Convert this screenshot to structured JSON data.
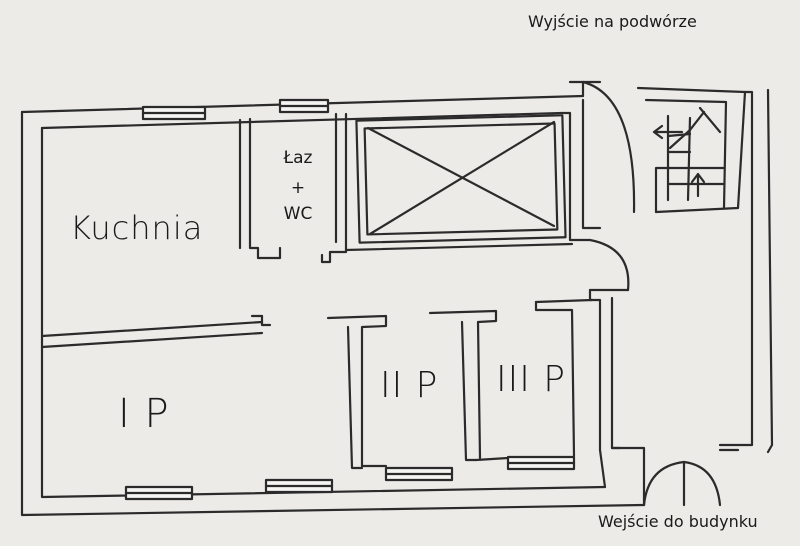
{
  "labels": {
    "exit_yard": "Wyjście na podwórze",
    "entrance": "Wejście do budynku",
    "kitchen": "Kuchnia",
    "bath_line1": "Łaz",
    "bath_line2": "+",
    "bath_line3": "WC",
    "room1": "I P",
    "room2": "II P",
    "room3": "III P"
  },
  "colors": {
    "background": "#ecebe8",
    "ink": "#2b2b2b",
    "window_fill": "#f5f5f3"
  },
  "icons": [
    "door-arc-icon",
    "stairs-arrow-icon",
    "shaft-cross-icon"
  ]
}
